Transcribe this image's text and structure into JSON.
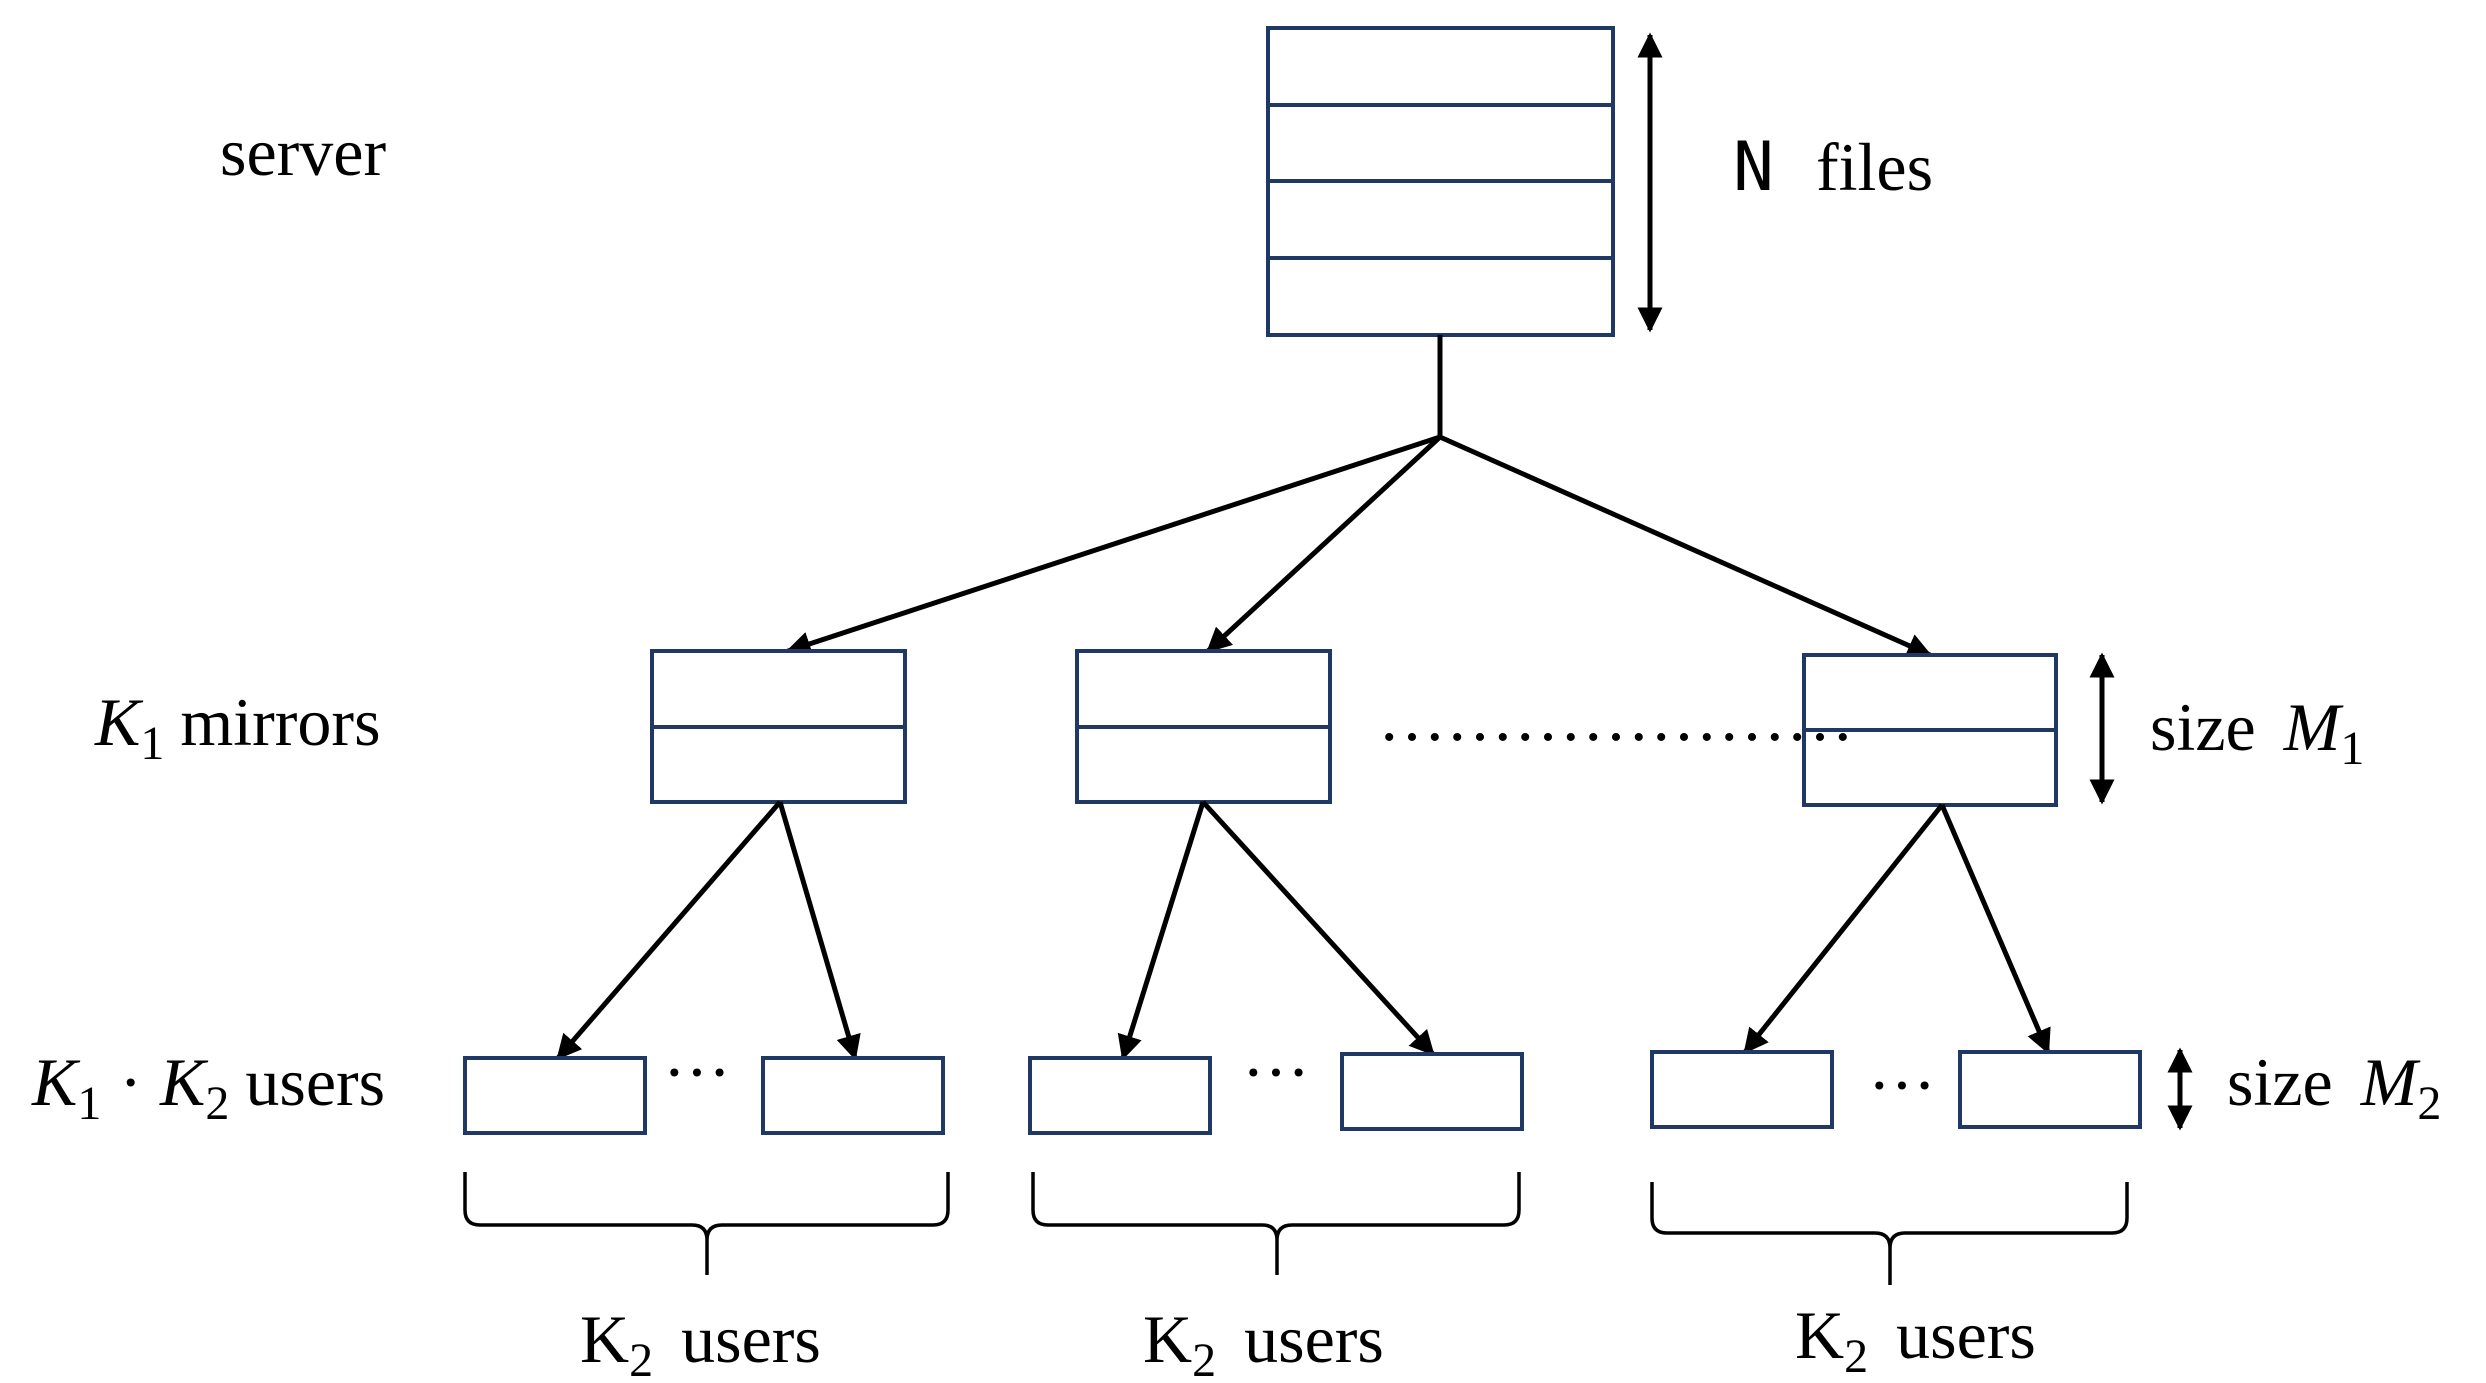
{
  "server": {
    "label": "server",
    "file_count_label": "N",
    "file_word": "files"
  },
  "mirrors": {
    "var": "K",
    "sub": "1",
    "word": "mirrors",
    "ellipsis": "…………………",
    "size_word": "size",
    "size_var": "M",
    "size_sub": "1"
  },
  "users": {
    "var1": "K",
    "sub1": "1",
    "dot": "·",
    "var2": "K",
    "sub2": "2",
    "word": "users",
    "ellipsis": "···",
    "size_word": "size",
    "size_var": "M",
    "size_sub": "2"
  },
  "groups": [
    {
      "var": "K",
      "sub": "2",
      "word": "users"
    },
    {
      "var": "K",
      "sub": "2",
      "word": "users"
    },
    {
      "var": "K",
      "sub": "2",
      "word": "users"
    }
  ],
  "colors": {
    "box_stroke": "#1f3864",
    "line": "#000000"
  }
}
